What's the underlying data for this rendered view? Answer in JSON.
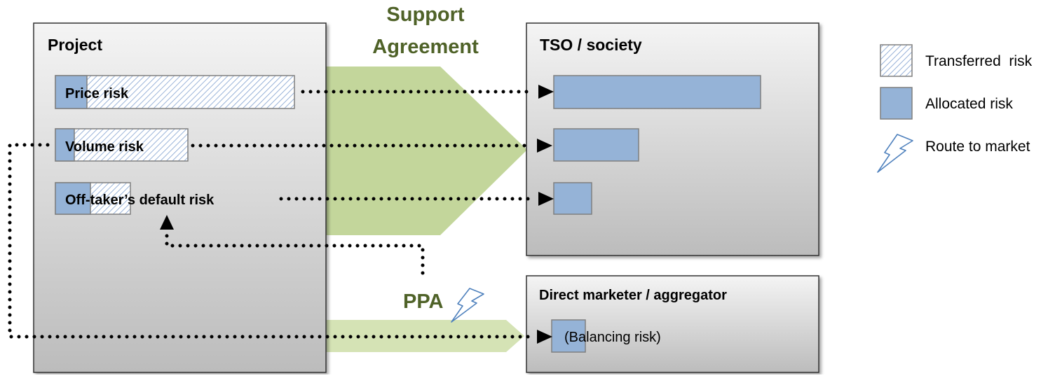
{
  "support_agreement_label_line1": "Support",
  "support_agreement_label_line2": "Agreement",
  "ppa_label": "PPA",
  "project_box": {
    "title": "Project",
    "risks": [
      {
        "label": "Price risk"
      },
      {
        "label": "Volume risk"
      },
      {
        "label": "Off-taker’s default risk"
      }
    ]
  },
  "tso_box": {
    "title": "TSO / society"
  },
  "marketer_box": {
    "title": "Direct marketer / aggregator",
    "risk_label": "(Balancing risk)"
  },
  "legend": {
    "items": [
      {
        "label": "Transferred  risk",
        "kind": "hatched"
      },
      {
        "label": "Allocated risk",
        "kind": "solid"
      },
      {
        "label": "Route to market",
        "kind": "lightning-icon"
      }
    ]
  },
  "colors": {
    "allocated": "#95b3d7",
    "arrow_band": "#c3d69b",
    "label_green": "#4f6228",
    "box_top": "#f2f2f2",
    "box_bottom": "#bfbfbf",
    "hatch": "#7f9fcf"
  }
}
